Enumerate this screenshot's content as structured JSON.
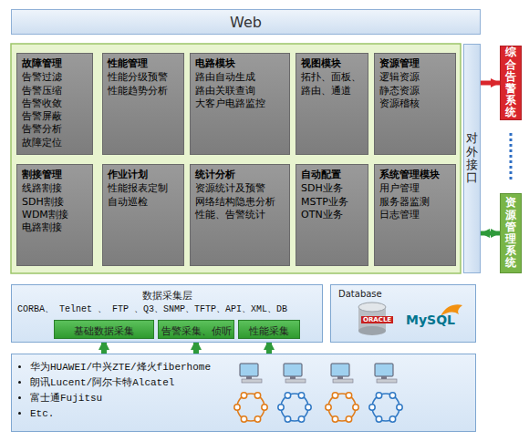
{
  "diagram": {
    "nodes": [
      {
        "text": [
          "Web"
        ]
      },
      {
        "text": [
          "故障管理",
          "告警过滤",
          "告警压缩",
          "告警收敛",
          "告警屏蔽",
          "告警分析",
          "故障定位"
        ]
      },
      {
        "text": [
          "性能管理",
          "性能分级预警",
          "性能趋势分析"
        ]
      },
      {
        "text": [
          "电路模块",
          "路由自动生成",
          "路由关联查询",
          "大客户电路监控"
        ]
      },
      {
        "text": [
          "视图模块",
          "拓扑、面板、",
          "路由、通道"
        ]
      },
      {
        "text": [
          "资源管理",
          "逻辑资源",
          "静态资源",
          "资源稽核"
        ]
      },
      {
        "text": [
          "割接管理",
          "线路割接",
          "SDH割接",
          "WDM割接",
          "电路割接"
        ]
      },
      {
        "text": [
          "作业计划",
          "性能报表定制",
          "自动巡检"
        ]
      },
      {
        "text": [
          "统计分析",
          "资源统计及预警",
          "网络结构隐患分析",
          "性能、告警统计"
        ]
      },
      {
        "text": [
          "自动配置",
          "SDH业务",
          "MSTP业务",
          "OTN业务"
        ]
      },
      {
        "text": [
          "系统管理模块",
          "用户管理",
          "服务器监测",
          "日志管理"
        ]
      },
      {
        "text": [
          "对外接口"
        ]
      },
      {
        "text": [
          "综合告警系统"
        ]
      },
      {
        "text": [
          "资源管理系统"
        ]
      },
      {
        "text": [
          "数据采集层",
          "CORBA、 Telnet 、 FTP 、Q3、SNMP、TFTP、API、XML、DB"
        ]
      },
      {
        "text": [
          "基础数据采集"
        ],
        "in": 14
      },
      {
        "text": [
          "告警采集、侦听"
        ],
        "in": 14
      },
      {
        "text": [
          "性能采集"
        ],
        "in": 14
      },
      {
        "text": [
          "Database"
        ]
      },
      {
        "text": [
          "华为HUAWEI/中兴ZTE/烽火fiberhome",
          "朗讯Lucent/阿尔卡特Alcatel",
          "富士通Fujitsu",
          "Etc."
        ]
      }
    ],
    "edges": [
      {
        "from": 11,
        "to": 12,
        "arrow": "to"
      },
      {
        "from": 11,
        "to": 13,
        "arrow": "both"
      },
      {
        "from": 19,
        "to": 15,
        "arrow": "to"
      },
      {
        "from": 19,
        "to": 16,
        "arrow": "to"
      },
      {
        "from": 19,
        "to": 17,
        "arrow": "to"
      }
    ],
    "labels": [
      "ORACLE",
      "MySQL"
    ]
  }
}
